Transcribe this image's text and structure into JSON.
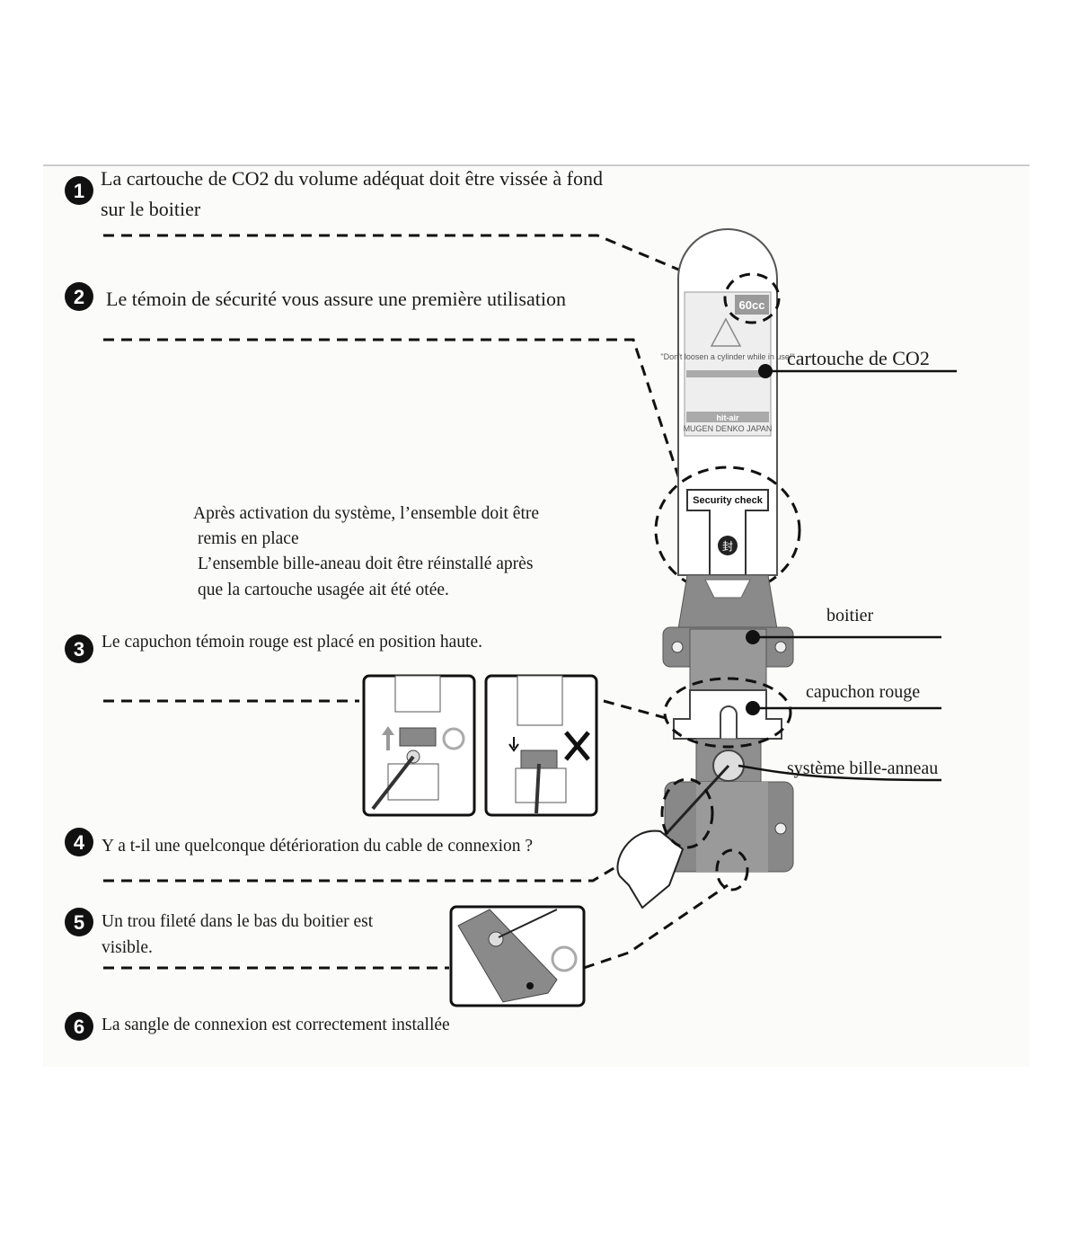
{
  "steps": [
    {
      "number": "1",
      "lines": [
        "La cartouche de CO2 du volume adéquat doit être vissée à fond",
        "sur le boitier"
      ]
    },
    {
      "number": "2",
      "lines": [
        "Le témoin de sécurité vous assure une première utilisation"
      ]
    },
    {
      "number": "3",
      "lines": [
        "Le capuchon témoin rouge est placé en position haute."
      ]
    },
    {
      "number": "4",
      "lines": [
        "Y a t-il une quelconque détérioration du cable de connexion ?"
      ]
    },
    {
      "number": "5",
      "lines": [
        "Un trou fileté dans le bas du boitier est",
        "visible."
      ]
    },
    {
      "number": "6",
      "lines": [
        "La sangle de connexion est correctement installée"
      ]
    }
  ],
  "note": [
    "Après activation du système, l’ensemble doit être",
    "remis en place",
    "L’ensemble bille-aneau doit être réinstallé après",
    "que la cartouche usagée ait été otée."
  ],
  "labels": {
    "cartridge": "cartouche de CO2",
    "housing": "boitier",
    "red_cap": "capuchon rouge",
    "ball_ring": "système bille-anneau"
  },
  "cartridge_label": {
    "volume": "60cc",
    "warning": "\"Don't loosen a cylinder while in use!\"",
    "brand": "hit-air",
    "maker": "MUGEN DENKO JAPAN",
    "security": "Security check",
    "seal": "封"
  },
  "colors": {
    "ok_ring": "#aaaaaa",
    "metal": "#8a8a8a"
  }
}
